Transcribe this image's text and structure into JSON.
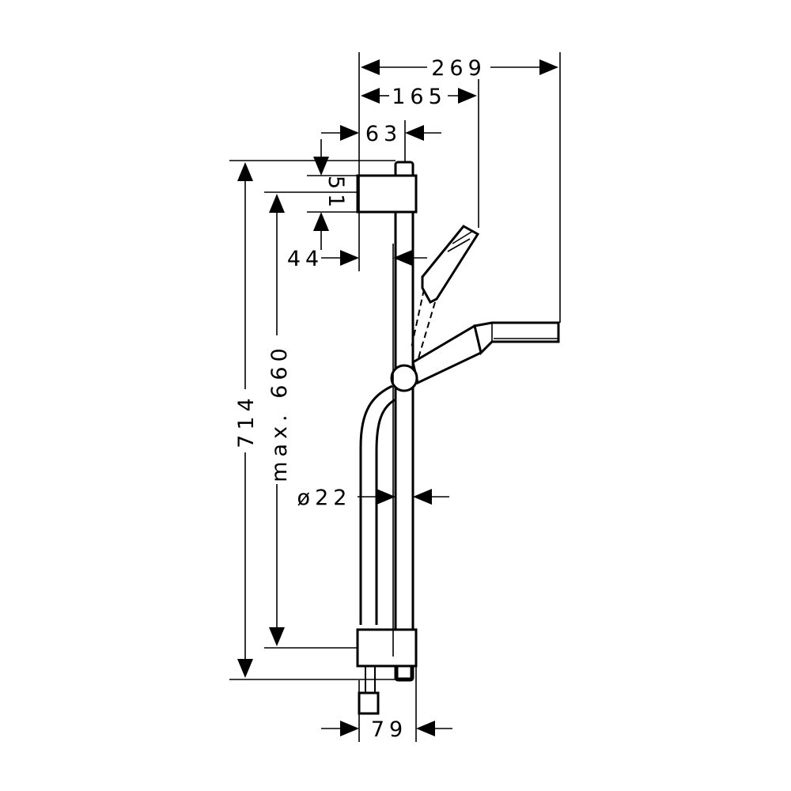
{
  "drawing": {
    "type": "technical-dimension-drawing",
    "line_color": "#000000",
    "background": "#ffffff",
    "dimensions": {
      "d269": "269",
      "d165": "165",
      "d63": "63",
      "d51": "51",
      "d44": "44",
      "d714": "714",
      "d660": "max. 660",
      "d22": "ø22",
      "d79": "79"
    }
  }
}
